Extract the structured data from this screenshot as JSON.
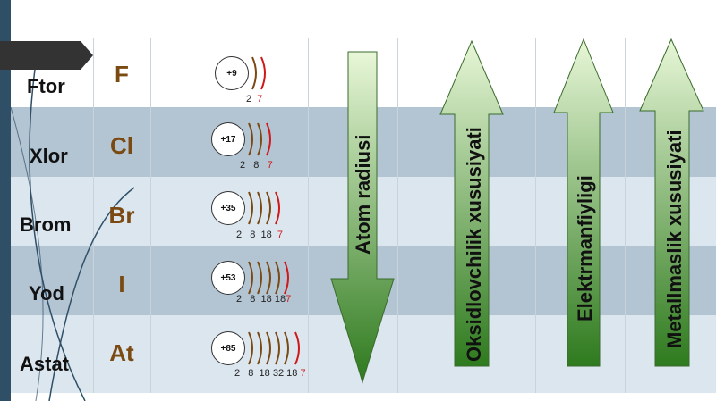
{
  "elements": [
    {
      "name": "Ftor",
      "symbol": "F",
      "charge": "+9",
      "shells": [
        "2",
        "7"
      ]
    },
    {
      "name": "Xlor",
      "symbol": "Cl",
      "charge": "+17",
      "shells": [
        "2",
        "8",
        "7"
      ]
    },
    {
      "name": "Brom",
      "symbol": "Br",
      "charge": "+35",
      "shells": [
        "2",
        "8",
        "18",
        "7"
      ]
    },
    {
      "name": "Yod",
      "symbol": "I",
      "charge": "+53",
      "shells": [
        "2",
        "8",
        "18",
        "18",
        "7"
      ]
    },
    {
      "name": "Astat",
      "symbol": "At",
      "charge": "+85",
      "shells": [
        "2",
        "8",
        "18",
        "32",
        "18",
        "7"
      ]
    }
  ],
  "trends": [
    {
      "label": "Atom radiusi",
      "direction": "down"
    },
    {
      "label": "Oksidlovchilik xususiyati",
      "direction": "up"
    },
    {
      "label": "Elektrmanfiyligi",
      "direction": "up"
    },
    {
      "label": "Metallmaslik xususiyati",
      "direction": "up"
    }
  ],
  "colors": {
    "row_light": "#dce6ef",
    "row_dark": "#b3c4d3",
    "sidebar": "#2f4f66",
    "symbol": "#7a4a12",
    "last_shell": "#d01818",
    "arrow_dark": "#2e7a1e",
    "arrow_light": "#e8f7d8"
  }
}
